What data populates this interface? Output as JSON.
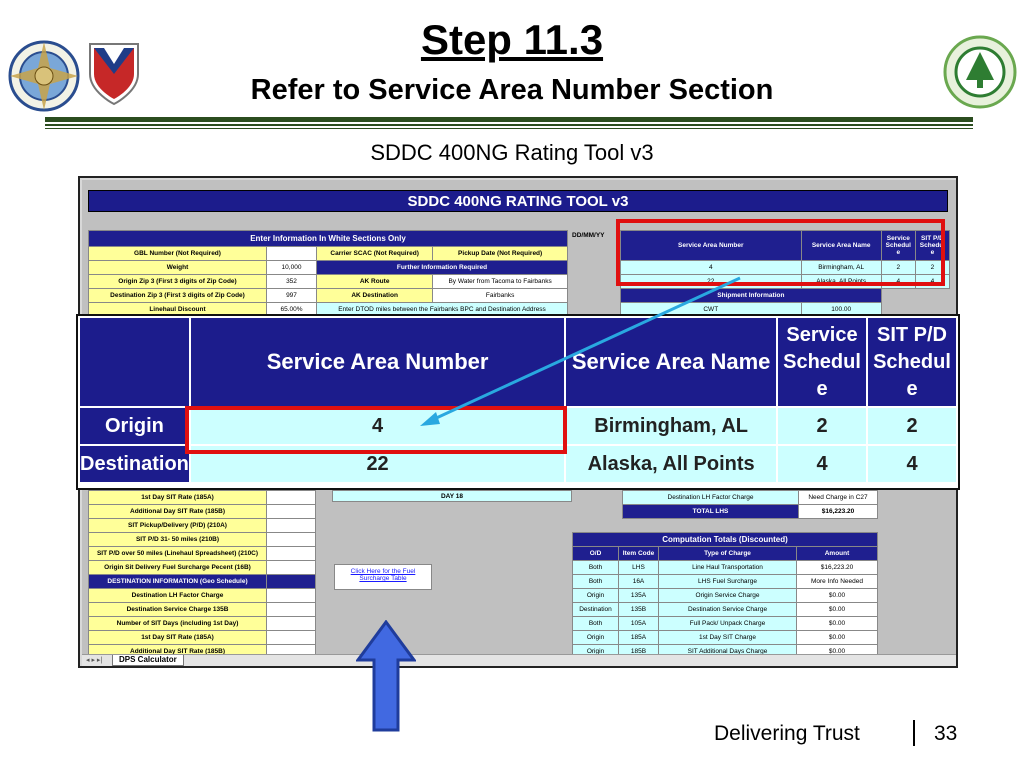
{
  "slide": {
    "title": "Step 11.3",
    "subtitle": "Refer to Service Area Number Section",
    "caption": "SDDC 400NG Rating Tool v3",
    "footer_text": "Delivering Trust",
    "page_number": "33"
  },
  "sheet": {
    "title": "SDDC 400NG RATING TOOL v3",
    "enter_info": "Enter Information In White Sections Only",
    "date_fmt": "DD/MM/YY",
    "left_rows": [
      {
        "label": "GBL Number (Not Required)",
        "value": ""
      },
      {
        "label": "Weight",
        "value": "10,000"
      },
      {
        "label": "Origin Zip 3 (First 3 digits of Zip Code)",
        "value": "352"
      },
      {
        "label": "Destination Zip 3 (First 3 digits of Zip Code)",
        "value": "997"
      },
      {
        "label": "Linehaul Discount",
        "value": "65.00%"
      }
    ],
    "carrier_scac": "Carrier SCAC (Not Required)",
    "pickup_date": "Pickup Date (Not Required)",
    "further_info": "Further Information Required",
    "ak_route_label": "AK Route",
    "ak_route_value": "By Water from Tacoma to Fairbanks",
    "ak_dest_label": "AK Destination",
    "ak_dest_value": "Fairbanks",
    "dtod_note": "Enter DTOD miles between the Fairbanks BPC and Destination Address",
    "sa_header": {
      "number": "Service Area Number",
      "name": "Service Area Name",
      "sched": "Service Schedul e",
      "sit": "SIT P/D Schedul e"
    },
    "sa_rows": [
      {
        "label": "Origin",
        "number": "4",
        "name": "Birmingham, AL",
        "sched": "2",
        "sit": "2"
      },
      {
        "label": "Destination",
        "number": "22",
        "name": "Alaska, All Points",
        "sched": "4",
        "sit": "4"
      }
    ],
    "shipment_info": "Shipment Information",
    "cwt_label": "CWT",
    "cwt_value": "100.00",
    "lower_left_rows": [
      {
        "label": "1st Day SIT Rate (185A)",
        "cls": "ylw"
      },
      {
        "label": "Additional Day SIT Rate (185B)",
        "cls": "ylw"
      },
      {
        "label": "SIT Pickup/Delivery (P/D) (210A)",
        "cls": "ylw"
      },
      {
        "label": "SIT P/D 31- 50 miles (210B)",
        "cls": "ylw"
      },
      {
        "label": "SIT P/D over 50 miles (Linehaul Spreadsheet) (210C)",
        "cls": "ylw"
      },
      {
        "label": "Origin Sit Delivery Fuel Surcharge Pecent (16B)",
        "cls": "ylw"
      },
      {
        "label": "DESTINATION INFORMATION (Geo Schedule)",
        "cls": "nav"
      },
      {
        "label": "Destination LH Factor Charge",
        "cls": "ylw"
      },
      {
        "label": "Destination Service Charge 135B",
        "cls": "ylw"
      },
      {
        "label": "Number of SIT Days (including 1st Day)",
        "cls": "ylw"
      },
      {
        "label": "1st Day SIT Rate (185A)",
        "cls": "ylw"
      },
      {
        "label": "Additional Day SIT Rate (185B)",
        "cls": "ylw"
      }
    ],
    "day18": "DAY 18",
    "fuel_link": "Click Here for the Fuel Surcharge Table",
    "dest_lh_label": "Destination LH Factor Charge",
    "dest_lh_value": "Need Charge in C27",
    "total_lhs_label": "TOTAL LHS",
    "total_lhs_value": "$16,223.20",
    "comp_title": "Computation Totals (Discounted)",
    "comp_headers": [
      "O/D",
      "Item Code",
      "Type of Charge",
      "Amount"
    ],
    "comp_rows": [
      [
        "Both",
        "LHS",
        "Line Haul Transportation",
        "$16,223.20"
      ],
      [
        "Both",
        "16A",
        "LHS Fuel Surcharge",
        "More Info Needed"
      ],
      [
        "Origin",
        "135A",
        "Origin Service Charge",
        "$0.00"
      ],
      [
        "Destination",
        "135B",
        "Destination Service Charge",
        "$0.00"
      ],
      [
        "Both",
        "105A",
        "Full Pack/ Unpack Charge",
        "$0.00"
      ],
      [
        "Origin",
        "185A",
        "1st Day SIT Charge",
        "$0.00"
      ],
      [
        "Origin",
        "185B",
        "SIT Additional Days Charge",
        "$0.00"
      ]
    ],
    "tab_name": "DPS Calculator"
  }
}
